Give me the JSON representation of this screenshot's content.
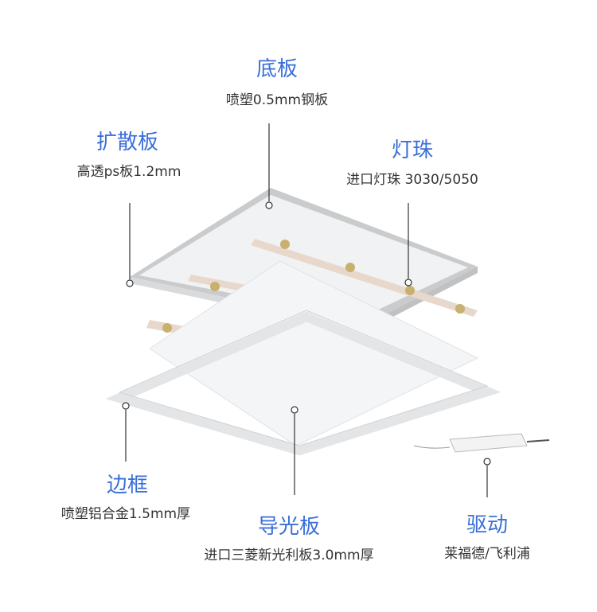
{
  "labels": {
    "base_plate": {
      "title": "底板",
      "desc": "喷塑0.5mm钢板"
    },
    "diffuser": {
      "title": "扩散板",
      "desc": "高透ps板1.2mm"
    },
    "led_beads": {
      "title": "灯珠",
      "desc": "进口灯珠 3030/5050"
    },
    "frame": {
      "title": "边框",
      "desc": "喷塑铝合金1.5mm厚"
    },
    "light_guide": {
      "title": "导光板",
      "desc": "进口三菱新光利板3.0mm厚"
    },
    "driver": {
      "title": "驱动",
      "desc": "莱福德/飞利浦"
    }
  },
  "colors": {
    "accent": "#3a6fd8",
    "text": "#333333"
  }
}
